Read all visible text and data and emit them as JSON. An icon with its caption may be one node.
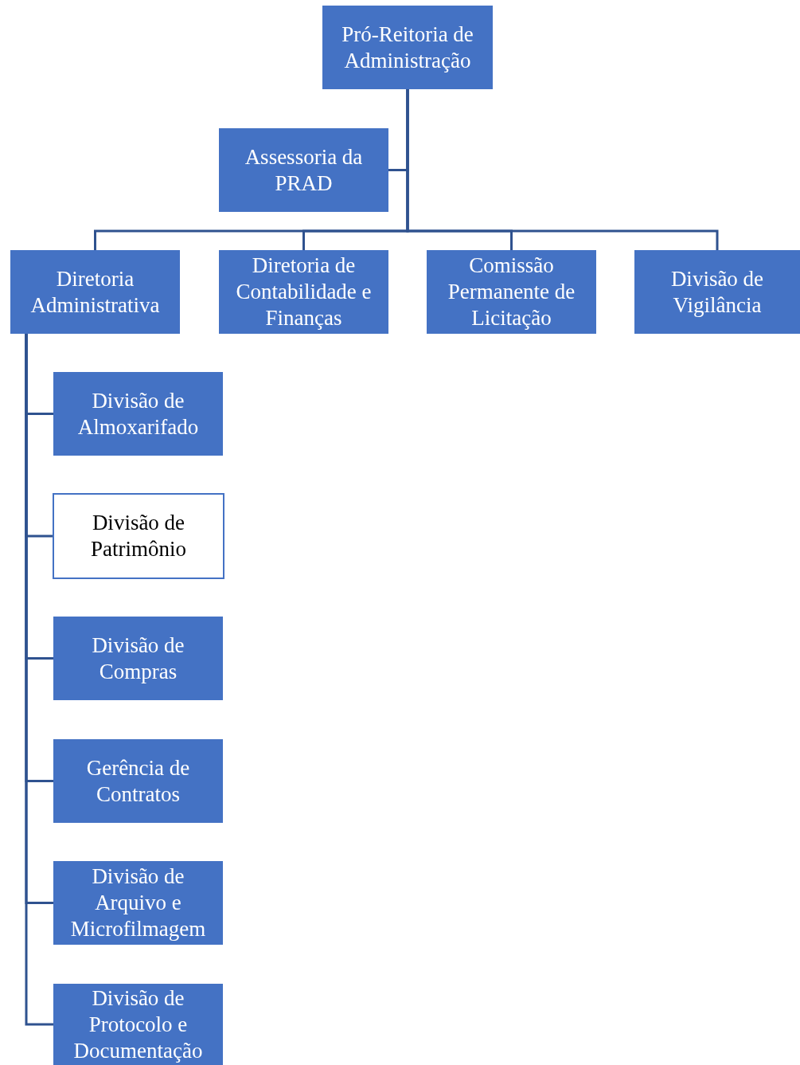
{
  "diagram": {
    "nodes": [
      {
        "text": [
          "Pró-Reitoria de Administração"
        ]
      },
      {
        "text": [
          "Assessoria da PRAD"
        ]
      },
      {
        "text": [
          "Diretoria Administrativa"
        ]
      },
      {
        "text": [
          "Diretoria de Contabilidade e Finanças"
        ]
      },
      {
        "text": [
          "Comissão Permanente de Licitação"
        ]
      },
      {
        "text": [
          "Divisão de Vigilância"
        ]
      },
      {
        "text": [
          "Divisão de Almoxarifado"
        ]
      },
      {
        "text": [
          "Divisão de Patrimônio"
        ]
      },
      {
        "text": [
          "Divisão de Compras"
        ]
      },
      {
        "text": [
          "Gerência de Contratos"
        ]
      },
      {
        "text": [
          "Divisão de Arquivo e Microfilmagem"
        ]
      },
      {
        "text": [
          "Divisão de Protocolo e Documentação"
        ]
      }
    ],
    "edges": [
      {
        "from": 0,
        "to": 1,
        "arrow": "none"
      },
      {
        "from": 0,
        "to": 2,
        "arrow": "none"
      },
      {
        "from": 0,
        "to": 3,
        "arrow": "none"
      },
      {
        "from": 0,
        "to": 4,
        "arrow": "none"
      },
      {
        "from": 0,
        "to": 5,
        "arrow": "none"
      },
      {
        "from": 2,
        "to": 6,
        "arrow": "none"
      },
      {
        "from": 2,
        "to": 7,
        "arrow": "none"
      },
      {
        "from": 2,
        "to": 8,
        "arrow": "none"
      },
      {
        "from": 2,
        "to": 9,
        "arrow": "none"
      },
      {
        "from": 2,
        "to": 10,
        "arrow": "none"
      },
      {
        "from": 2,
        "to": 11,
        "arrow": "none"
      }
    ]
  }
}
